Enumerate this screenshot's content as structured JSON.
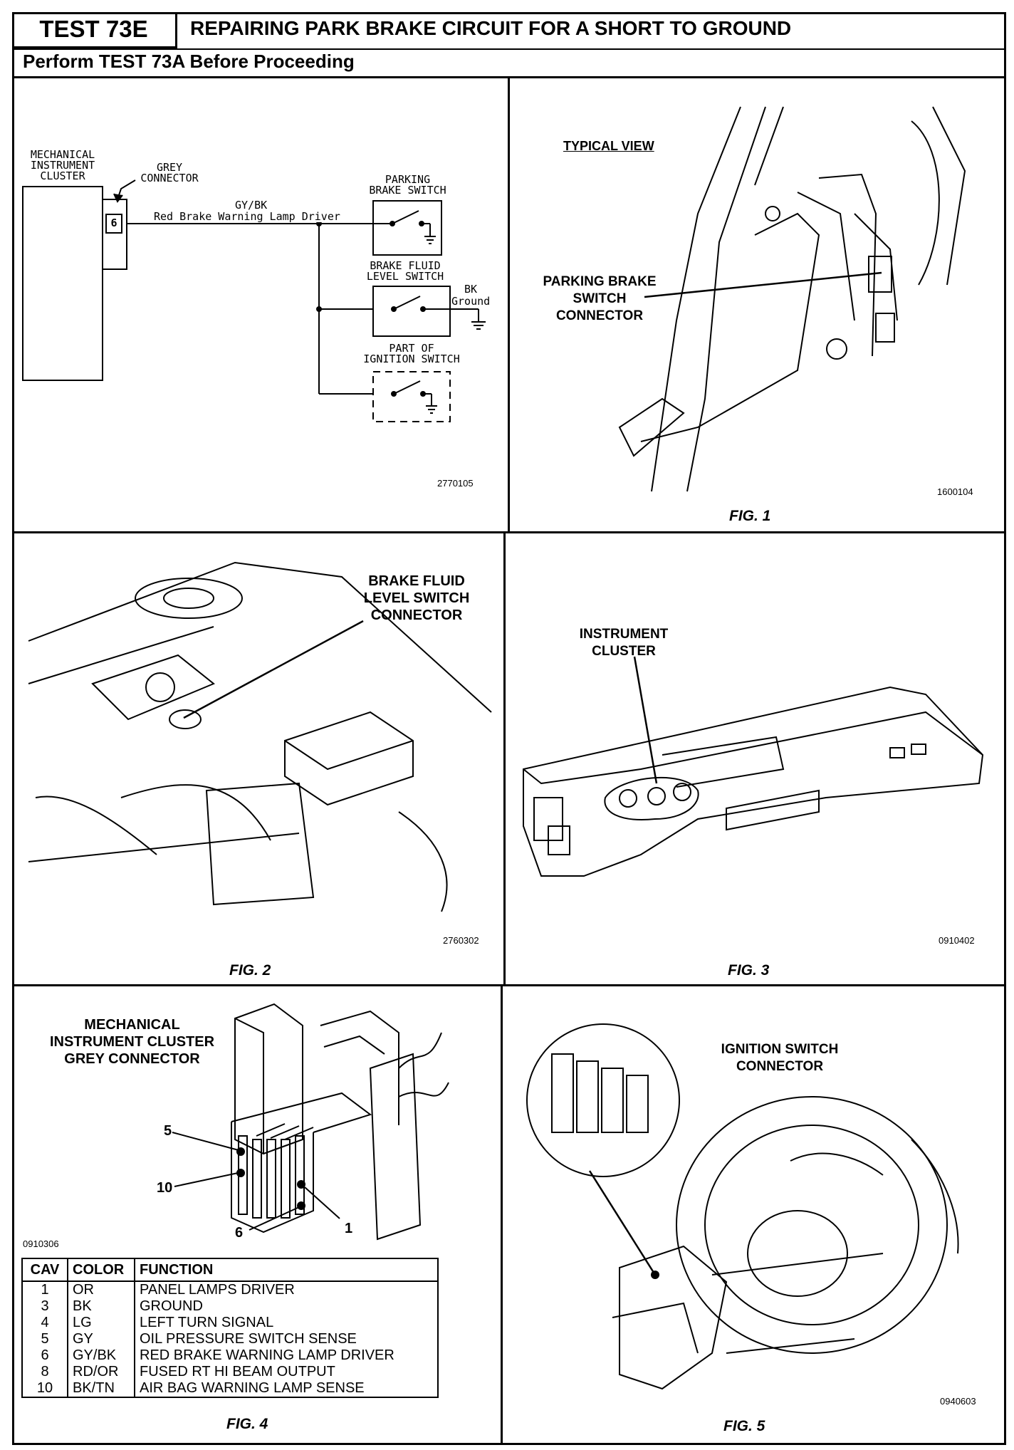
{
  "header": {
    "test_id": "TEST 73E",
    "title": "REPAIRING PARK BRAKE CIRCUIT FOR A SHORT TO GROUND",
    "subtitle": "Perform TEST 73A Before Proceeding"
  },
  "schematic": {
    "cluster_label": [
      "MECHANICAL",
      "INSTRUMENT",
      "CLUSTER"
    ],
    "grey_connector_label": [
      "GREY",
      "CONNECTOR"
    ],
    "pin": "6",
    "wire_color": "GY/BK",
    "wire_name": "Red Brake Warning Lamp Driver",
    "parking_brake_switch": [
      "PARKING",
      "BRAKE SWITCH"
    ],
    "brake_fluid_switch": [
      "BRAKE FLUID",
      "LEVEL SWITCH"
    ],
    "ground_color": "BK",
    "ground_label": "Ground",
    "ignition_switch": [
      "PART OF",
      "IGNITION SWITCH"
    ],
    "figure_id": "2770105"
  },
  "fig1": {
    "view_label": "TYPICAL VIEW",
    "callout": [
      "PARKING BRAKE",
      "SWITCH",
      "CONNECTOR"
    ],
    "figure_id": "1600104",
    "caption": "FIG. 1"
  },
  "fig2": {
    "callout": [
      "BRAKE FLUID",
      "LEVEL SWITCH",
      "CONNECTOR"
    ],
    "figure_id": "2760302",
    "caption": "FIG. 2"
  },
  "fig3": {
    "callout": [
      "INSTRUMENT",
      "CLUSTER"
    ],
    "figure_id": "0910402",
    "caption": "FIG. 3"
  },
  "fig4": {
    "callout": [
      "MECHANICAL",
      "INSTRUMENT CLUSTER",
      "GREY CONNECTOR"
    ],
    "pin_labels": [
      "5",
      "10",
      "6",
      "1"
    ],
    "figure_id": "0910306",
    "caption": "FIG. 4",
    "table": {
      "headers": [
        "CAV",
        "COLOR",
        "FUNCTION"
      ],
      "rows": [
        [
          "1",
          "OR",
          "PANEL LAMPS DRIVER"
        ],
        [
          "3",
          "BK",
          "GROUND"
        ],
        [
          "4",
          "LG",
          "LEFT TURN SIGNAL"
        ],
        [
          "5",
          "GY",
          "OIL PRESSURE SWITCH SENSE"
        ],
        [
          "6",
          "GY/BK",
          "RED BRAKE WARNING LAMP DRIVER"
        ],
        [
          "8",
          "RD/OR",
          "FUSED RT HI BEAM OUTPUT"
        ],
        [
          "10",
          "BK/TN",
          "AIR BAG WARNING LAMP SENSE"
        ]
      ]
    }
  },
  "fig5": {
    "callout": [
      "IGNITION SWITCH",
      "CONNECTOR"
    ],
    "figure_id": "0940603",
    "caption": "FIG. 5"
  }
}
